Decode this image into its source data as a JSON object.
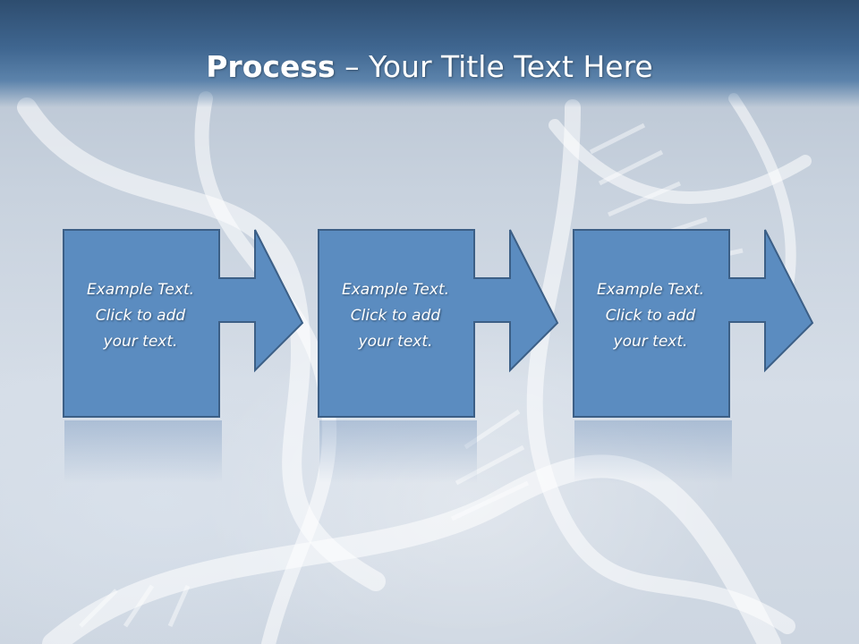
{
  "slide": {
    "title_bold": "Process",
    "title_rest": " – Your Title Text Here"
  },
  "steps": [
    {
      "line1": "Example Text.",
      "line2": "Click  to add",
      "line3": "your text."
    },
    {
      "line1": "Example Text.",
      "line2": "Click  to add",
      "line3": "your text."
    },
    {
      "line1": "Example Text.",
      "line2": "Click  to add",
      "line3": "your text."
    }
  ],
  "colors": {
    "title_bar": "#3f6690",
    "shape_fill": "#5b8cc0",
    "shape_stroke": "#3c5f86",
    "text": "#ffffff"
  },
  "background_image": "dna-helix"
}
